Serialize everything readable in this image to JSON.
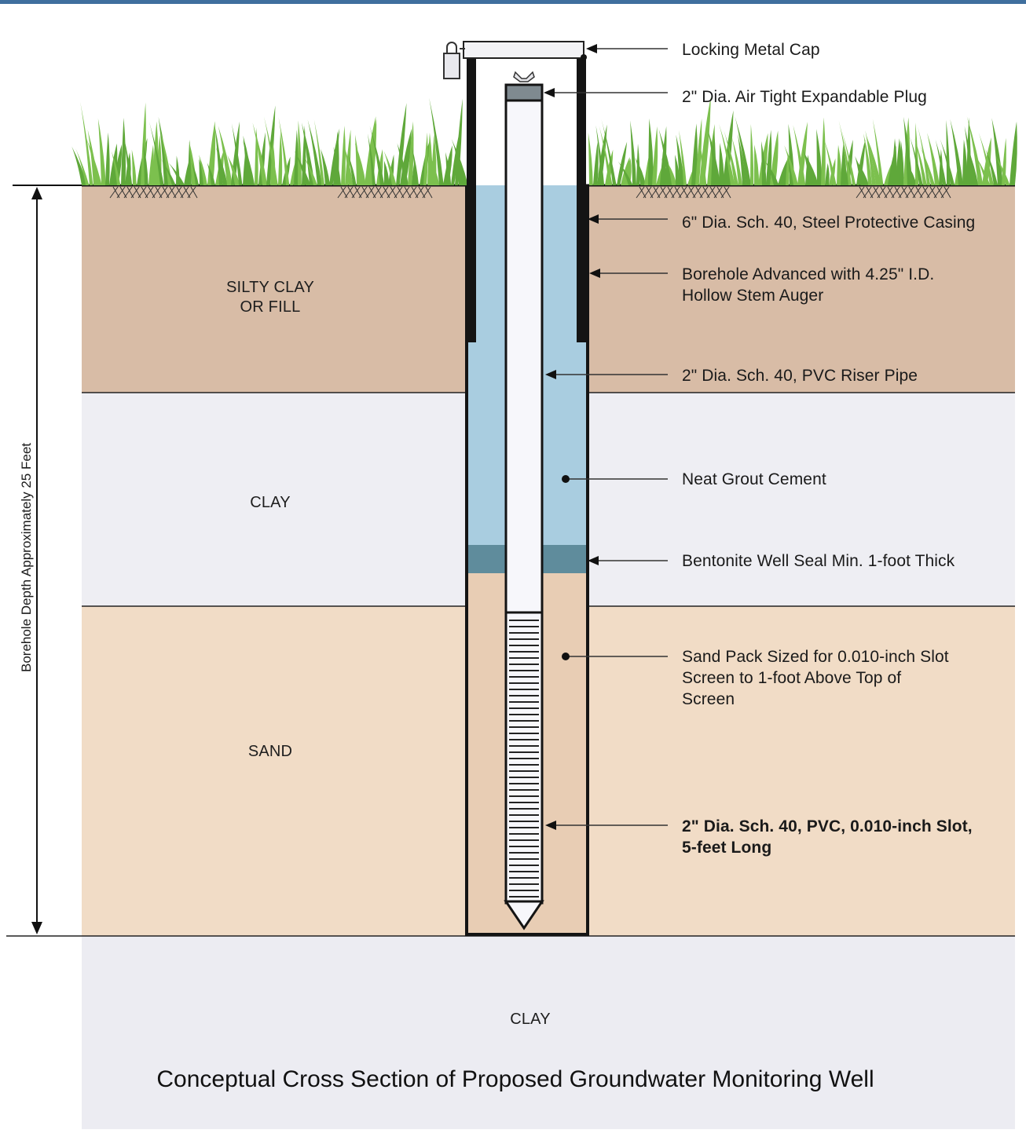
{
  "layers": [
    {
      "id": "silty-clay",
      "label": "SILTY CLAY\nOR FILL",
      "color": "#d8bca6"
    },
    {
      "id": "clay-upper",
      "label": "CLAY",
      "color": "#eeeef3"
    },
    {
      "id": "sand",
      "label": "SAND",
      "color": "#f1dcc6"
    },
    {
      "id": "clay-lower",
      "label": "CLAY",
      "color": "#ececf2"
    }
  ],
  "callouts": [
    {
      "id": "locking-metal-cap",
      "text": "Locking Metal Cap"
    },
    {
      "id": "expandable-plug",
      "text": "2\" Dia. Air Tight Expandable Plug"
    },
    {
      "id": "protective-casing",
      "text": "6\" Dia. Sch. 40, Steel Protective Casing"
    },
    {
      "id": "borehole-auger",
      "text": "Borehole Advanced with 4.25\" I.D.\nHollow Stem Auger"
    },
    {
      "id": "riser-pipe",
      "text": "2\" Dia. Sch. 40, PVC Riser Pipe"
    },
    {
      "id": "grout-cement",
      "text": "Neat Grout Cement"
    },
    {
      "id": "bentonite-seal",
      "text": "Bentonite Well Seal Min. 1-foot Thick"
    },
    {
      "id": "sand-pack",
      "text": "Sand Pack Sized for 0.010-inch Slot\nScreen to 1-foot Above Top of\nScreen"
    },
    {
      "id": "well-screen",
      "text": "2\" Dia. Sch. 40, PVC, 0.010-inch Slot,\n5-feet Long"
    }
  ],
  "depth_label": "Borehole Depth Approximately 25 Feet",
  "caption": "Conceptual Cross Section of Proposed Groundwater Monitoring Well",
  "colors": {
    "grout": "#a9cde0",
    "bentonite": "#5f8c9c",
    "grass": "#6cae3f",
    "casing": "#141414",
    "pipe": "#f7f7fb"
  }
}
